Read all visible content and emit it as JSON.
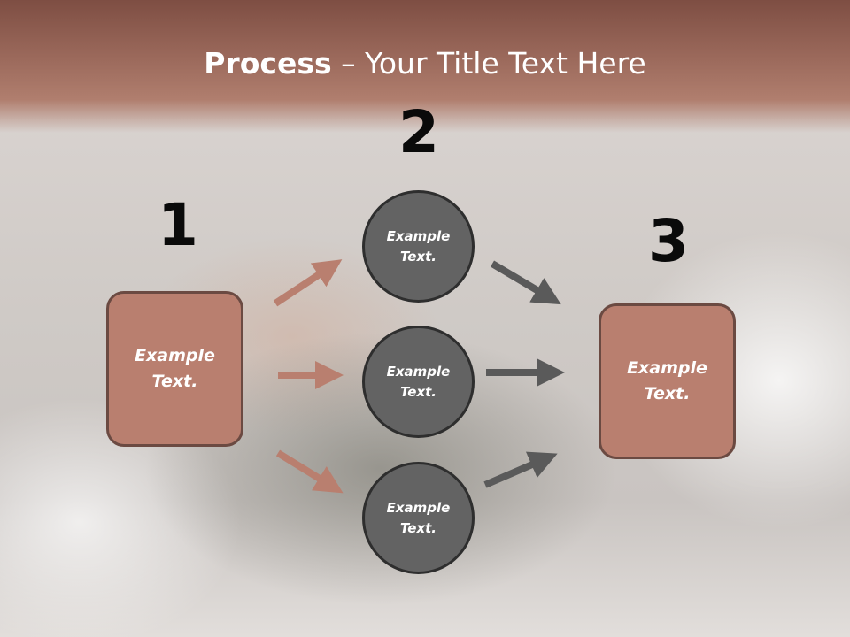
{
  "slide": {
    "title_bold": "Process",
    "title_rest": " – Your Title Text Here"
  },
  "steps": {
    "step1_number": "1",
    "step2_number": "2",
    "step3_number": "3"
  },
  "nodes": {
    "left_box": "Example Text.",
    "circle_top": "Example Text.",
    "circle_middle": "Example Text.",
    "circle_bottom": "Example Text.",
    "right_box": "Example Text."
  },
  "colors": {
    "box_fill": "#b97f6f",
    "circle_fill": "#636363",
    "left_arrow": "#b97f6f",
    "right_arrow": "#5a5a5a"
  }
}
